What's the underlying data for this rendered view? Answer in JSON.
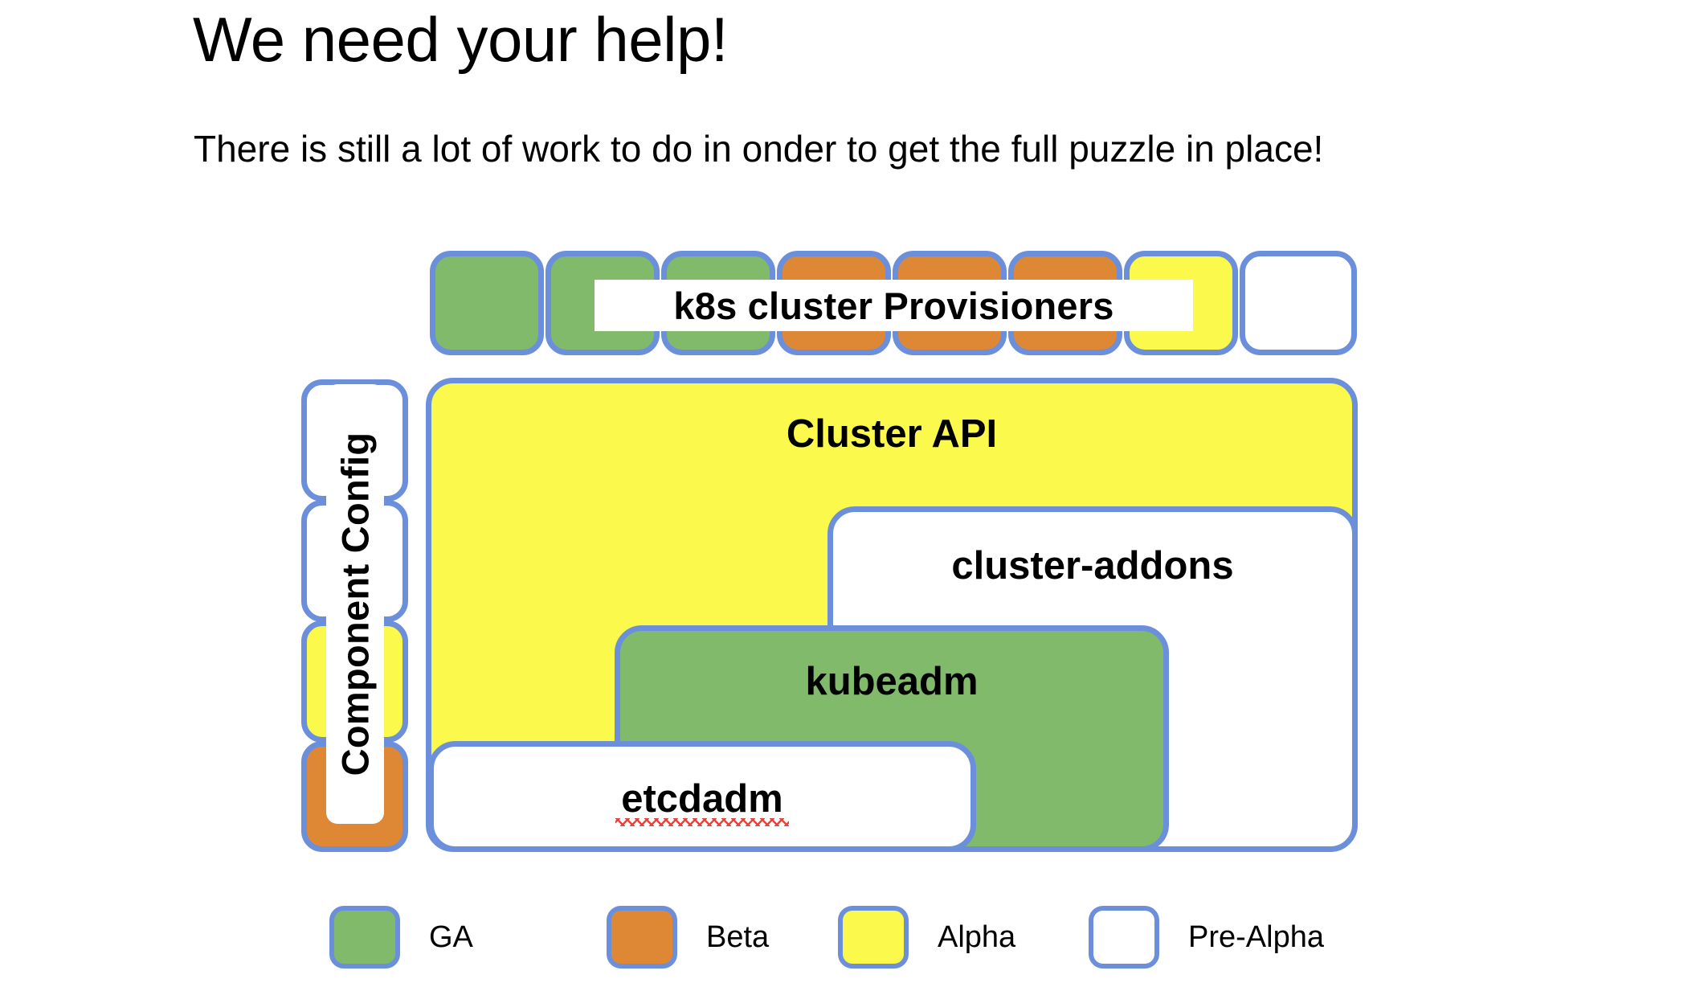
{
  "slide": {
    "title": "We need your help!",
    "subtitle": "There is still a lot of work to do in onder to get the full puzzle in place!"
  },
  "diagram": {
    "provisioners_label": "k8s cluster Provisioners",
    "component_config_label": "Component Config",
    "provisioner_tiles": [
      {
        "maturity": "GA"
      },
      {
        "maturity": "GA"
      },
      {
        "maturity": "GA"
      },
      {
        "maturity": "Beta"
      },
      {
        "maturity": "Beta"
      },
      {
        "maturity": "Beta"
      },
      {
        "maturity": "Alpha"
      },
      {
        "maturity": "Pre-Alpha"
      }
    ],
    "component_config_tiles": [
      {
        "maturity": "Pre-Alpha"
      },
      {
        "maturity": "Pre-Alpha"
      },
      {
        "maturity": "Alpha"
      },
      {
        "maturity": "Beta"
      }
    ],
    "blocks": [
      {
        "label": "Cluster API",
        "maturity": "Alpha"
      },
      {
        "label": "cluster-addons",
        "maturity": "Pre-Alpha"
      },
      {
        "label": "kubeadm",
        "maturity": "GA"
      },
      {
        "label": "etcdadm",
        "maturity": "Pre-Alpha",
        "spellcheck_error": true
      }
    ]
  },
  "legend": {
    "items": [
      {
        "label": "GA",
        "color": "#82BA6C"
      },
      {
        "label": "Beta",
        "color": "#DE8836"
      },
      {
        "label": "Alpha",
        "color": "#FBF94B"
      },
      {
        "label": "Pre-Alpha",
        "color": "#FFFFFF"
      }
    ]
  },
  "colors": {
    "border": "#6C8FDC",
    "ga": "#82BA6C",
    "beta": "#DE8836",
    "alpha": "#FBF94B",
    "prealpha": "#FFFFFF",
    "spellcheck": "#E8453C"
  }
}
